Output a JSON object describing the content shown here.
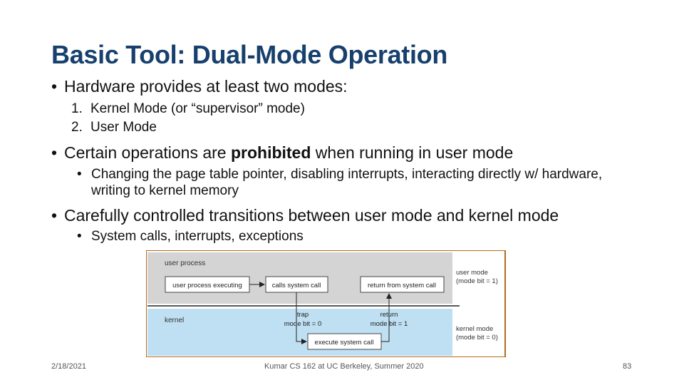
{
  "slide": {
    "title": "Basic Tool: Dual-Mode Operation",
    "bullets": {
      "hardware": "Hardware provides at least two modes:",
      "modes": [
        {
          "num": "1.",
          "text": "Kernel Mode (or “supervisor” mode)"
        },
        {
          "num": "2.",
          "text": "User Mode"
        }
      ],
      "certain_pre": "Certain operations are ",
      "certain_bold": "prohibited",
      "certain_post": " when running in user mode",
      "certain_sub": "Changing the page table pointer, disabling interrupts, interacting directly w/ hardware, writing to kernel memory",
      "transitions": "Carefully controlled transitions between user mode and kernel mode",
      "transitions_sub": "System calls, interrupts, exceptions"
    },
    "bullet_glyph": "•"
  },
  "diagram": {
    "user_process_label": "user process",
    "kernel_label": "kernel",
    "box_executing": "user process executing",
    "box_calls": "calls system call",
    "box_return_from": "return from system call",
    "box_execute": "execute system call",
    "trap_label": "trap",
    "trap_mode": "mode bit = 0",
    "return_label": "return",
    "return_mode": "mode bit = 1",
    "user_mode_line1": "user mode",
    "user_mode_line2": "(mode bit = 1)",
    "kernel_mode_line1": "kernel mode",
    "kernel_mode_line2": "(mode bit = 0)",
    "colors": {
      "user_bg": "#d4d4d4",
      "kernel_bg": "#bfe0f2",
      "border": "#b8691e"
    }
  },
  "footer": {
    "date": "2/18/2021",
    "course": "Kumar CS 162 at UC Berkeley, Summer 2020",
    "page": "83"
  }
}
